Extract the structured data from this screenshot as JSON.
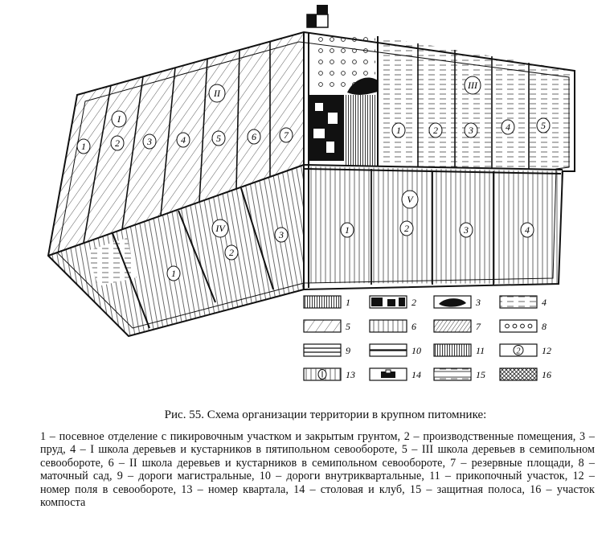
{
  "figure": {
    "zone_numerals": {
      "I": "I",
      "II": "II",
      "III": "III",
      "IV": "IV",
      "V": "V"
    },
    "fields": {
      "left_upper": [
        "1",
        "2",
        "3",
        "4",
        "5",
        "6",
        "7"
      ],
      "right_upper": [
        "1",
        "2",
        "3",
        "4",
        "5"
      ],
      "left_lower": [
        "1",
        "2",
        "3"
      ],
      "right_lower": [
        "1",
        "2",
        "3",
        "4"
      ]
    },
    "legend": [
      {
        "number": "1",
        "pattern": "vertical-hatch"
      },
      {
        "number": "2",
        "pattern": "black-blocks"
      },
      {
        "number": "3",
        "pattern": "pond"
      },
      {
        "number": "4",
        "pattern": "horizontal-dashes"
      },
      {
        "number": "5",
        "pattern": "diagonal-hatch"
      },
      {
        "number": "6",
        "pattern": "vertical-lines"
      },
      {
        "number": "7",
        "pattern": "dense-diagonal"
      },
      {
        "number": "8",
        "pattern": "circles"
      },
      {
        "number": "9",
        "pattern": "double-line"
      },
      {
        "number": "10",
        "pattern": "single-line"
      },
      {
        "number": "11",
        "pattern": "dense-vertical"
      },
      {
        "number": "12",
        "pattern": "circled-number"
      },
      {
        "number": "13",
        "pattern": "roman-number"
      },
      {
        "number": "14",
        "pattern": "building"
      },
      {
        "number": "15",
        "pattern": "dashed-band"
      },
      {
        "number": "16",
        "pattern": "crosshatch"
      }
    ],
    "legend_circle_digit": "2"
  },
  "caption": {
    "title": "Рис. 55. Схема организации территории в крупном питомнике:",
    "text": "1 – посевное отделение с пикировочным участком и закрытым грунтом, 2 – производственные помещения, 3 – пруд, 4 – I школа деревьев и кустарников в пятипольном севообороте, 5 – III школа деревьев в семипольном севообороте, 6 – II школа деревьев и кустарников в семипольном севообороте, 7 – резервные площади, 8 – маточный сад, 9 – дороги магистральные, 10 – дороги внутриквартальные, 11 – прикопочный участок, 12 – номер поля в севообороте, 13 – номер квартала, 14 – столовая и клуб, 15 – защитная полоса, 16 – участок компоста"
  }
}
